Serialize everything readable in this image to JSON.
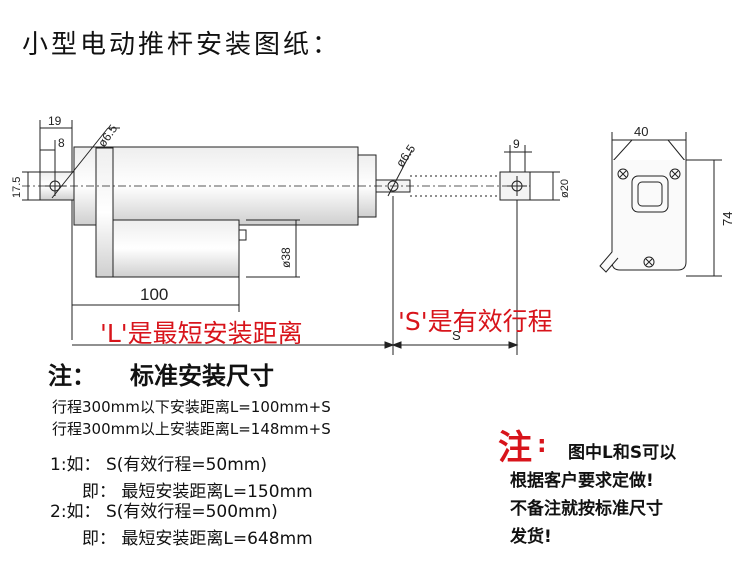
{
  "title": "小型电动推杆安装图纸：",
  "dims": {
    "d19": "19",
    "d8": "8",
    "d17_5": "17.5",
    "phi6_top": "ø6.5",
    "phi6_right": "ø6.5",
    "d9": "9",
    "phi20": "ø20",
    "phi38": "ø38",
    "d100": "100",
    "dS": "S",
    "d40": "40",
    "d74": "74"
  },
  "labels": {
    "L": "'L'是最短安装距离",
    "S": "'S'是有效行程"
  },
  "notes": {
    "head": "注：",
    "sub": "标准安装尺寸",
    "rule1": "行程300mm以下安装距离L=100mm+S",
    "rule2": "行程300mm以上安装距离L=148mm+S",
    "ex1": "1:如： S(有效行程=50mm)",
    "ex1b": "即： 最短安装距离L=150mm",
    "ex2": "2:如： S(有效行程=500mm)",
    "ex2b": "即： 最短安装距离L=648mm"
  },
  "side_note": {
    "mark": "注",
    "colon": ":",
    "line1": "图中L和S可以",
    "line2": "根据客户要求定做!",
    "line3": "不备注就按标准尺寸",
    "line4": "发货!"
  },
  "colors": {
    "accent": "#d8141b",
    "line": "#222222"
  }
}
